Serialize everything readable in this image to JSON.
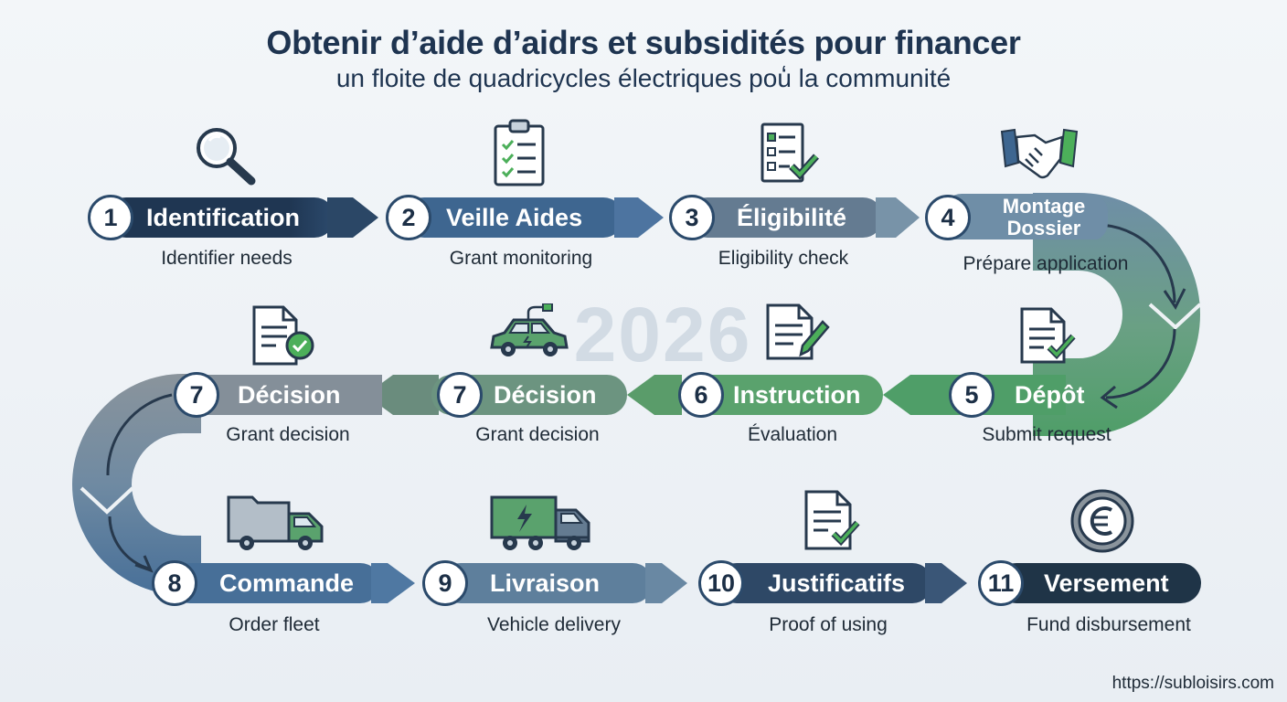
{
  "header": {
    "title": "Obtenir d’aide d’aidrs et subsidités pour financer",
    "subtitle": "un floite de quadricycles électriques pou̒ la communité",
    "year": "2026"
  },
  "footer": {
    "url": "https://subloisirs.com"
  },
  "colors": {
    "navy": "#1f3652",
    "blue": "#3e6690",
    "steel": "#647b91",
    "slate": "#6e8aa0",
    "green": "#5aa26d",
    "gray": "#848f99",
    "accent_green": "#4caf5a"
  },
  "steps": [
    {
      "number": "1",
      "label": "Identification",
      "description": "Identifier needs",
      "icon": "magnifier-icon"
    },
    {
      "number": "2",
      "label": "Veille Aides",
      "description": "Grant monitoring",
      "icon": "clipboard-checklist-icon"
    },
    {
      "number": "3",
      "label": "Éligibilité",
      "description": "Eligibility check",
      "icon": "checklist-document-icon"
    },
    {
      "number": "4",
      "label": "Montage Dossier",
      "label_line1": "Montage",
      "label_line2": "Dossier",
      "description": "Prépare application",
      "icon": "handshake-icon"
    },
    {
      "number": "5",
      "label": "Dépôt",
      "description": "Submit request",
      "icon": "document-check-icon"
    },
    {
      "number": "6",
      "label": "Instruction",
      "description": "Évaluation",
      "icon": "document-pen-icon"
    },
    {
      "number": "7",
      "label": "Décision",
      "description": "Grant decision",
      "icon": "electric-car-icon"
    },
    {
      "number": "7",
      "label": "Décision",
      "description": "Grant decision",
      "icon": "document-approved-icon"
    },
    {
      "number": "8",
      "label": "Commande",
      "description": "Order fleet",
      "icon": "truck-icon"
    },
    {
      "number": "9",
      "label": "Livraison",
      "description": "Vehicle delivery",
      "icon": "electric-truck-icon"
    },
    {
      "number": "10",
      "label": "Justificatifs",
      "description": "Proof of using",
      "icon": "receipt-check-icon"
    },
    {
      "number": "11",
      "label": "Versement",
      "description": "Fund disbursement",
      "icon": "euro-coin-icon"
    }
  ]
}
